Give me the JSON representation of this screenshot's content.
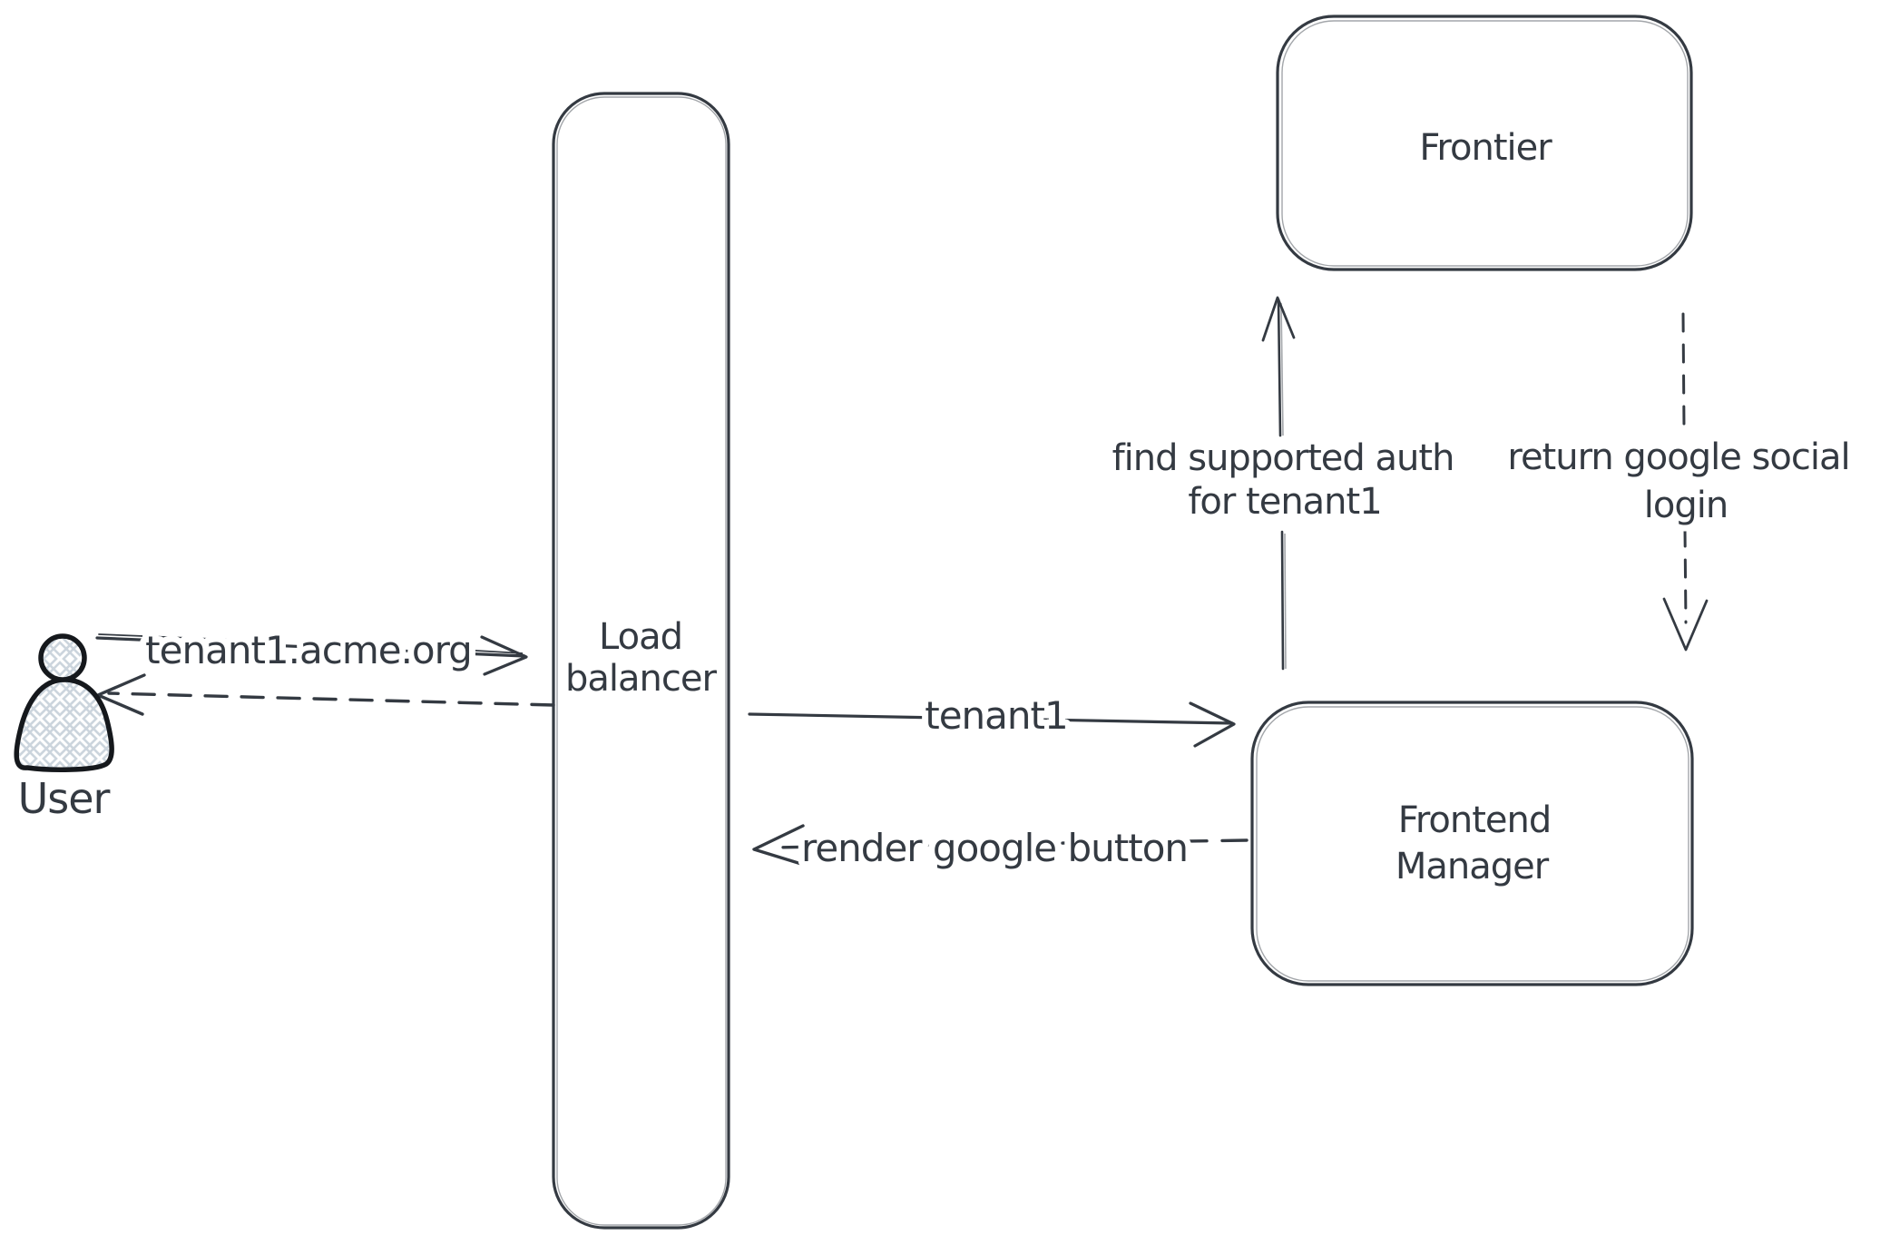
{
  "diagram": {
    "background_color": "#ffffff",
    "ink_color": "#343a42",
    "actor_outline_color": "#15181c",
    "hatch_color": "#ccd5dd",
    "actor": {
      "label": "User",
      "icon": "person-icon"
    },
    "nodes": {
      "load_balancer": {
        "label_line1": "Load",
        "label_line2": "balancer"
      },
      "frontier": {
        "label": "Frontier"
      },
      "frontend_manager": {
        "label_line1": "Frontend",
        "label_line2": "Manager"
      }
    },
    "arrows": {
      "user_to_load_balancer": {
        "label": "tenant1.acme.org",
        "style": "solid"
      },
      "load_balancer_to_user": {
        "style": "dashed"
      },
      "load_balancer_to_frontend_manager": {
        "label": "tenant1",
        "style": "solid"
      },
      "frontend_manager_to_load_balancer": {
        "label": "render google button",
        "style": "dashed"
      },
      "frontend_manager_to_frontier": {
        "label_line1": "find supported auth",
        "label_line2": "for tenant1",
        "style": "solid"
      },
      "frontier_to_frontend_manager": {
        "label_line1": "return google social",
        "label_line2": "login",
        "style": "dashed"
      }
    }
  }
}
